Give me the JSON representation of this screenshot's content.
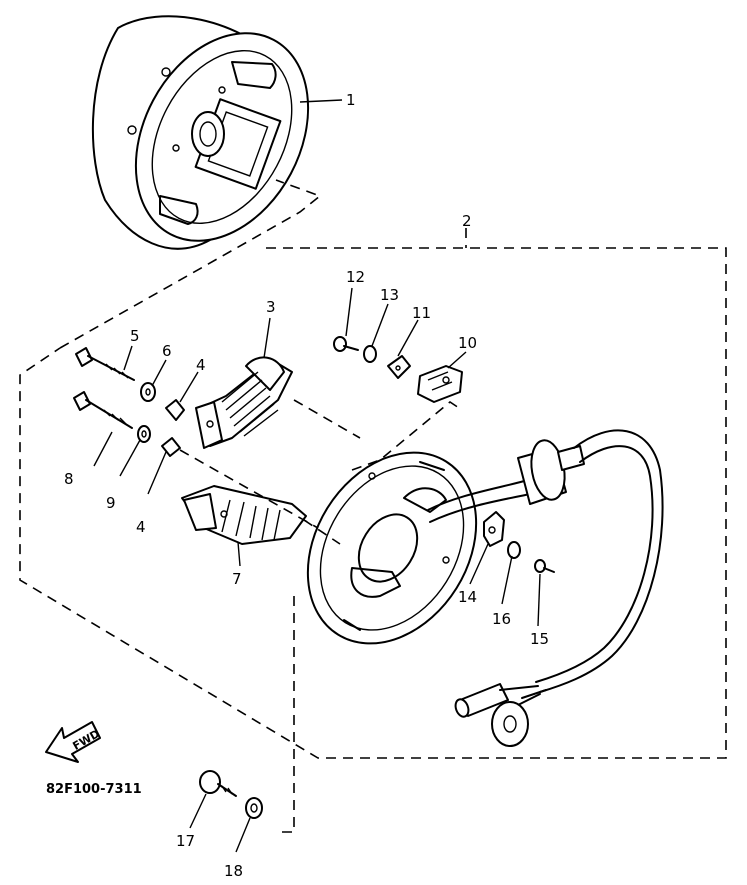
{
  "diagram_code": "82F100-7311",
  "direction_label": "FWD",
  "callouts": {
    "c1": "1",
    "c2": "2",
    "c3": "3",
    "c4a": "4",
    "c4b": "4",
    "c5": "5",
    "c6": "6",
    "c7": "7",
    "c8": "8",
    "c9": "9",
    "c10": "10",
    "c11": "11",
    "c12": "12",
    "c13": "13",
    "c14": "14",
    "c15": "15",
    "c16": "16",
    "c17": "17",
    "c18": "18"
  }
}
